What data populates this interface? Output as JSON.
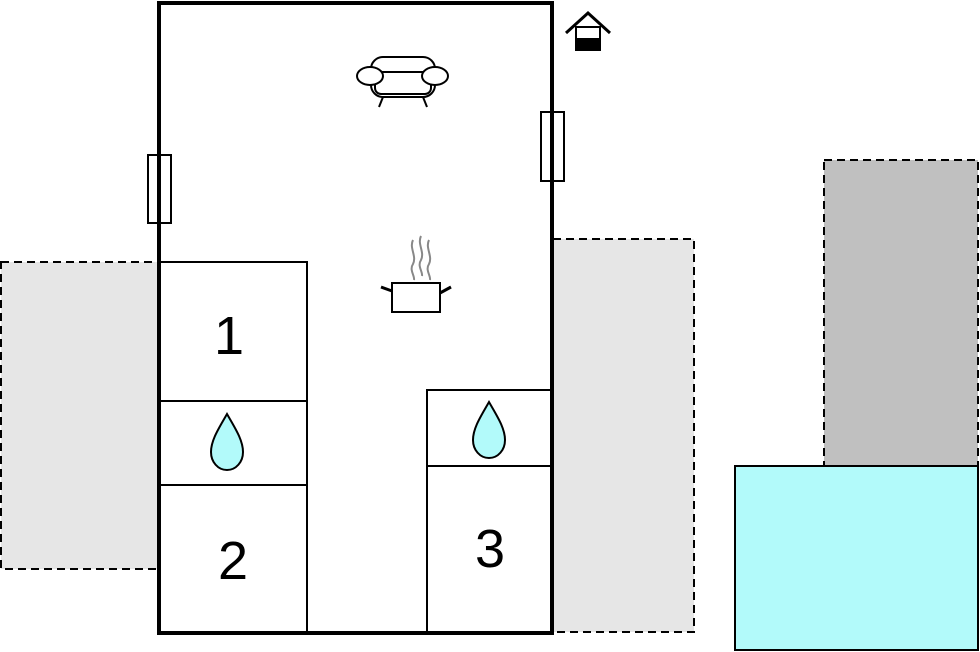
{
  "floorplan": {
    "rooms": [
      {
        "label": "1",
        "type": "bedroom"
      },
      {
        "label": "2",
        "type": "bedroom"
      },
      {
        "label": "3",
        "type": "bedroom"
      }
    ],
    "icons": {
      "house": "house-icon",
      "sofa": "sofa-icon",
      "kitchen": "cooking-pot-icon",
      "bathroom": "water-drop-icon"
    },
    "colors": {
      "terrace": "#e6e6e6",
      "covered_area": "#c0c0c0",
      "pool": "#b2fafa",
      "water_drop": "#b2fafa",
      "wall": "#000000"
    }
  }
}
